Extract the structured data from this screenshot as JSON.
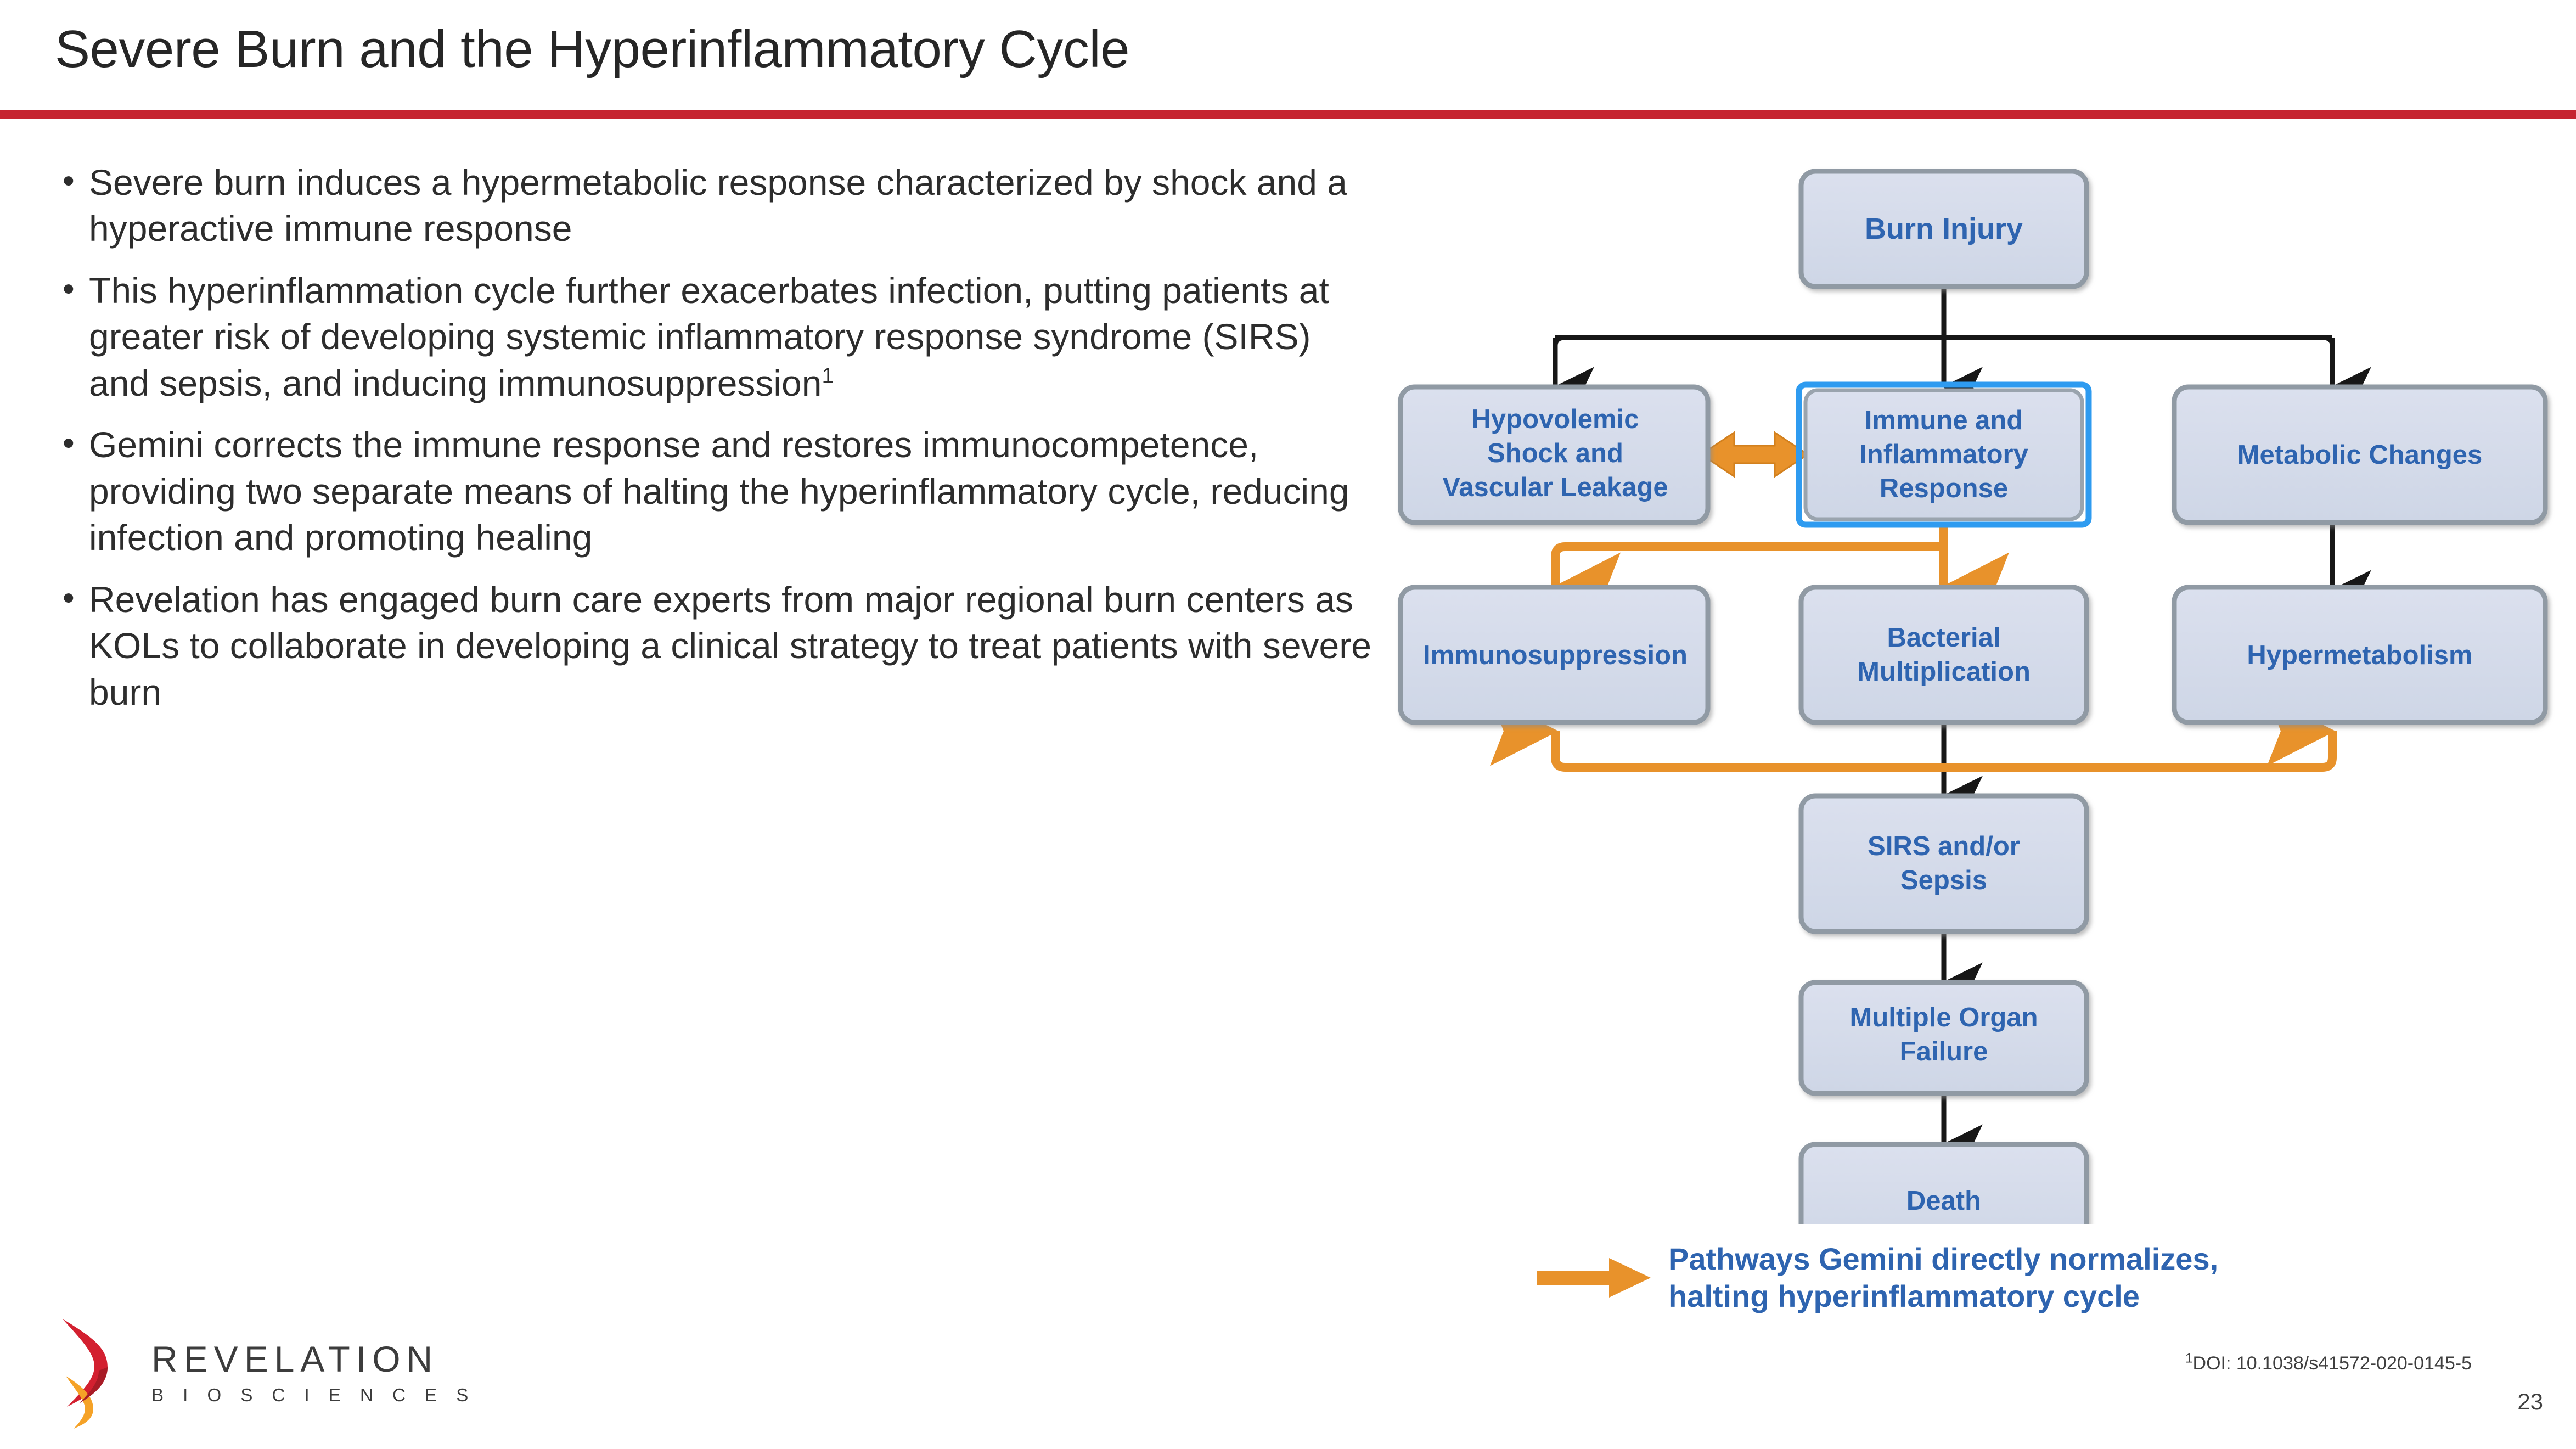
{
  "slide": {
    "title": "Severe Burn and the Hyperinflammatory Cycle",
    "page_number": "23",
    "accent_rule_color": "#C62430",
    "body_text_color": "#2D2D2D"
  },
  "bullets": [
    {
      "marker": "•",
      "text": "Severe burn induces a hypermetabolic response characterized by shock and a hyperactive immune response"
    },
    {
      "marker": "•",
      "text": "This hyperinflammation cycle further exacerbates infection, putting patients at greater risk of developing systemic inflammatory response syndrome (SIRS) and sepsis, and inducing immunosuppression",
      "superscript": "1"
    },
    {
      "marker": "•",
      "text": "Gemini corrects the immune response and restores immunocompetence, providing two separate means of halting the hyperinflammatory cycle, reducing infection and promoting healing"
    },
    {
      "marker": "•",
      "text": "Revelation has engaged burn care experts from major regional burn centers as KOLs to collaborate in developing a clinical strategy to treat patients with severe burn"
    }
  ],
  "diagram": {
    "node_fill": "#D6DCEA",
    "node_border": "#909AA4",
    "node_text_color": "#2E64B0",
    "highlight_border": "#2E9BF0",
    "black_arrow_color": "#171717",
    "orange_arrow_color": "#E8922B",
    "nodes": [
      {
        "id": "burn-injury",
        "lines": [
          "Burn Injury"
        ]
      },
      {
        "id": "hypovolemic-shock",
        "lines": [
          "Hypovolemic",
          "Shock and",
          "Vascular Leakage"
        ]
      },
      {
        "id": "immune-response",
        "lines": [
          "Immune and",
          "Inflammatory",
          "Response"
        ],
        "highlighted": true
      },
      {
        "id": "metabolic-changes",
        "lines": [
          "Metabolic Changes"
        ]
      },
      {
        "id": "immunosuppression",
        "lines": [
          "Immunosuppression"
        ]
      },
      {
        "id": "bacterial-multiplication",
        "lines": [
          "Bacterial",
          "Multiplication"
        ]
      },
      {
        "id": "hypermetabolism",
        "lines": [
          "Hypermetabolism"
        ]
      },
      {
        "id": "sirs-sepsis",
        "lines": [
          "SIRS and/or",
          "Sepsis"
        ]
      },
      {
        "id": "multiple-organ-failure",
        "lines": [
          "Multiple Organ",
          "Failure"
        ]
      },
      {
        "id": "death",
        "lines": [
          "Death"
        ]
      }
    ]
  },
  "legend": {
    "line1": "Pathways Gemini directly normalizes,",
    "line2": "halting hyperinflammatory cycle",
    "arrow_color": "#E8922B",
    "text_color": "#2E64B0"
  },
  "footnote": {
    "superscript": "1",
    "text": "DOI: 10.1038/s41572-020-0145-5"
  },
  "logo": {
    "name": "REVELATION",
    "subtitle": "B I O S C I E N C E S"
  }
}
